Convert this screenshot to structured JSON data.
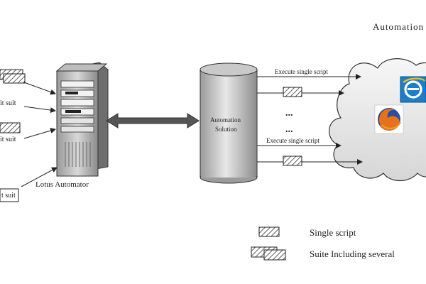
{
  "header": {
    "title": "Automation"
  },
  "left_labels": [
    "it suit",
    "it suit",
    "t suit"
  ],
  "server": {
    "label": "Lotus Automator"
  },
  "solution": {
    "line1": "Automation",
    "line2": "Solution"
  },
  "connections": {
    "top": "Execute single script",
    "bottom": "Execute single script",
    "ellipsis": "..."
  },
  "legend": {
    "single": "Single script",
    "suite": "Suite Including several"
  },
  "icons": [
    "server-icon",
    "database-icon",
    "cloud-icon",
    "ie-browser-icon",
    "firefox-browser-icon",
    "script-icon",
    "suite-icon"
  ]
}
